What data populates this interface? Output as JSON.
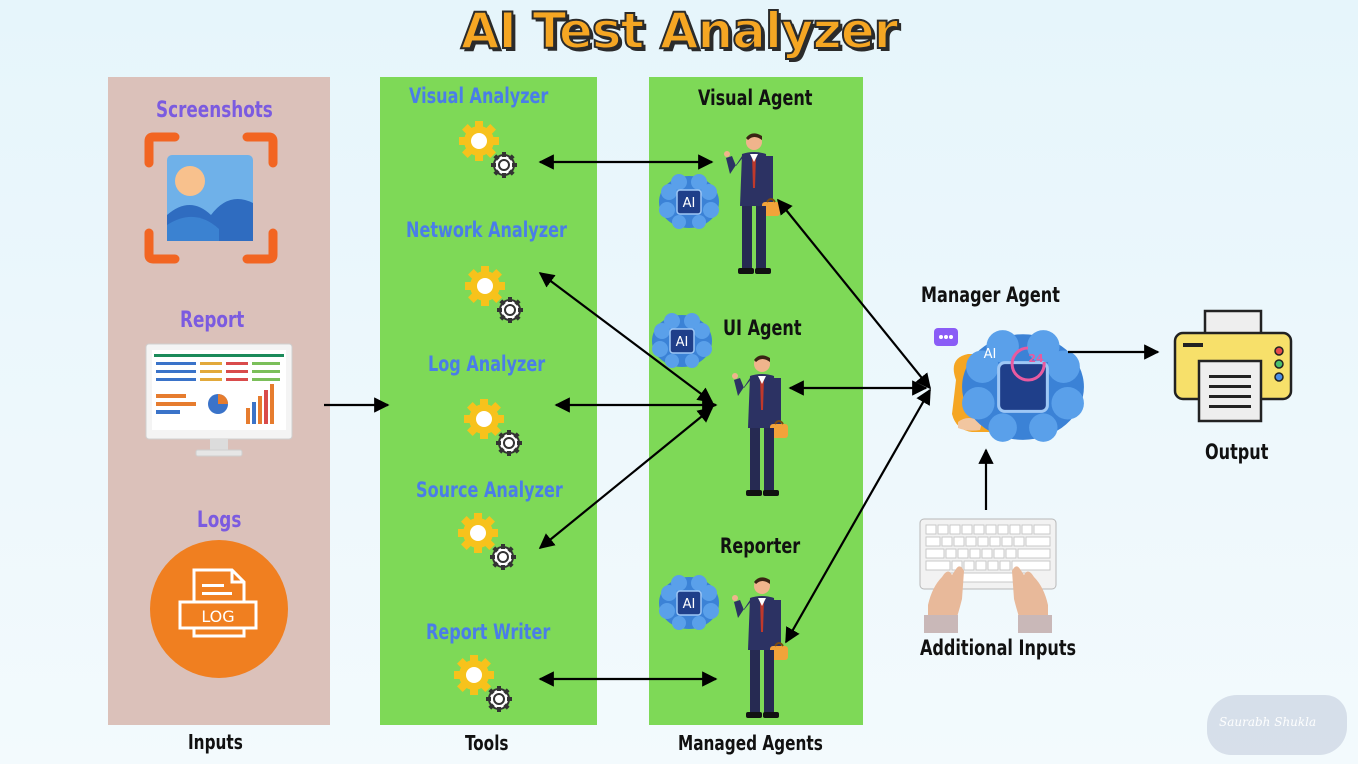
{
  "title": "AI Test Analyzer",
  "inputs": {
    "items": [
      {
        "label": "Screenshots",
        "icon": "screenshot-icon"
      },
      {
        "label": "Report",
        "icon": "monitor-report-icon"
      },
      {
        "label": "Logs",
        "icon": "log-file-icon",
        "icon_text": "LOG"
      }
    ],
    "caption": "Inputs"
  },
  "tools": {
    "items": [
      {
        "label": "Visual Analyzer"
      },
      {
        "label": "Network Analyzer"
      },
      {
        "label": "Log Analyzer"
      },
      {
        "label": "Source Analyzer"
      },
      {
        "label": "Report Writer"
      }
    ],
    "caption": "Tools"
  },
  "agents": {
    "items": [
      {
        "label": "Visual Agent"
      },
      {
        "label": "UI Agent"
      },
      {
        "label": "Reporter"
      }
    ],
    "caption": "Managed Agents",
    "brain_text": "AI"
  },
  "manager": {
    "label": "Manager Agent",
    "brain_text": "AI",
    "badge_text": "24"
  },
  "additional_inputs": {
    "label": "Additional Inputs"
  },
  "output": {
    "label": "Output"
  },
  "signature": "Saurabh Shukla",
  "colors": {
    "title": "#f5a623",
    "inputs_panel": "#dbc1ba",
    "tools_panel": "#7ed957",
    "input_label": "#7b5be0",
    "tool_label": "#4a7de8",
    "log_circle": "#f07f20"
  }
}
